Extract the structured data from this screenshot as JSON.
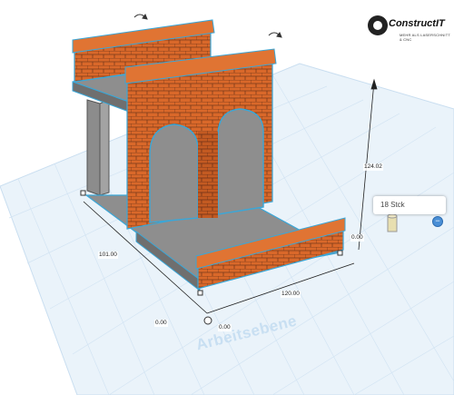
{
  "logo": {
    "brand": "ConstructIT",
    "tagline": "MEHR ALS LASERSCHNITT & CNC"
  },
  "workplane": {
    "label": "Arbeitsebene"
  },
  "dimensions": {
    "width_label": "120.00",
    "depth_label": "101.00",
    "height_label": "124.02",
    "origin_x": "0.00",
    "origin_y": "0.00",
    "elevation": "0.00"
  },
  "quantity_popup": {
    "text": "18 Stck",
    "minus_symbol": "−"
  },
  "icons": {
    "rotate_handles": [
      "rotate-arrow-icon",
      "rotate-arrow-icon"
    ],
    "gear": "gear-icon",
    "minus": "minus-circle-icon"
  },
  "colors": {
    "brick": "#d9682a",
    "mortar": "#7a3a1a",
    "selection_outline": "#3aa7d8",
    "platform": "#8c8c8c",
    "grid_line": "#c9def0",
    "grid_bg": "#eaf3fa"
  }
}
